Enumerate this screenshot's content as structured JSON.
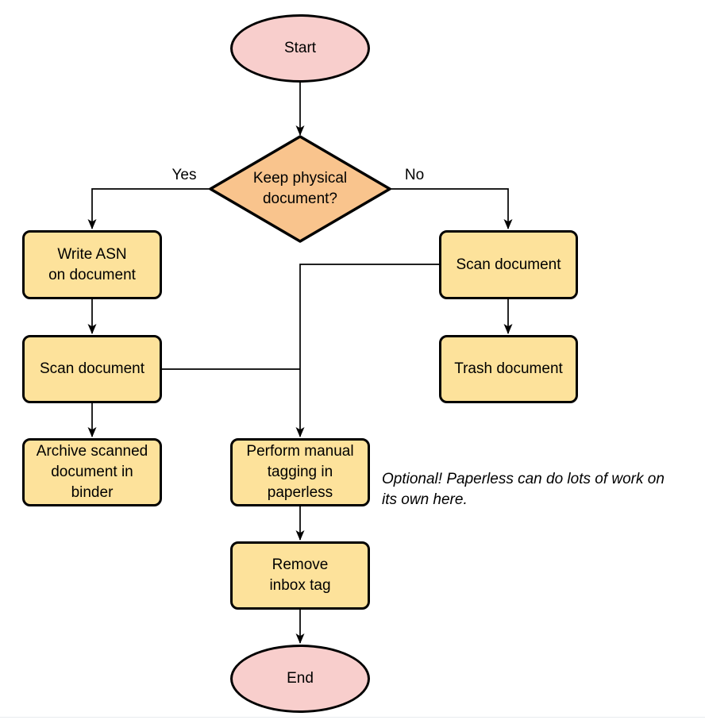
{
  "colors": {
    "terminal_fill": "#f8cecc",
    "decision_fill": "#f9c48d",
    "process_fill": "#fde29b",
    "stroke": "#000000",
    "page_edge_line": "#e9ecef"
  },
  "nodes": {
    "start": {
      "label": "Start",
      "type": "terminal"
    },
    "decision": {
      "label": "Keep physical\ndocument?",
      "type": "decision"
    },
    "write_asn": {
      "label": "Write ASN\non document",
      "type": "process"
    },
    "scan_left": {
      "label": "Scan document",
      "type": "process"
    },
    "archive": {
      "label": "Archive scanned\ndocument in\nbinder",
      "type": "process"
    },
    "scan_right": {
      "label": "Scan document",
      "type": "process"
    },
    "trash": {
      "label": "Trash document",
      "type": "process"
    },
    "tagging": {
      "label": "Perform manual\ntagging in\npaperless",
      "type": "process"
    },
    "remove_inbox": {
      "label": "Remove\ninbox tag",
      "type": "process"
    },
    "end": {
      "label": "End",
      "type": "terminal"
    }
  },
  "edge_labels": {
    "yes": "Yes",
    "no": "No"
  },
  "annotation": {
    "text": "Optional! Paperless can do lots of work on\nits own here."
  }
}
